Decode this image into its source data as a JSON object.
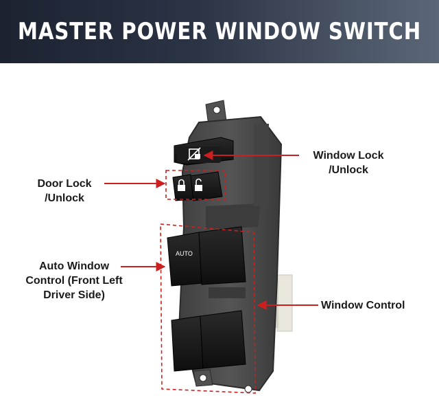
{
  "banner": {
    "title": "MASTER POWER WINDOW SWITCH"
  },
  "callouts": {
    "window_lock": {
      "line1": "Window Lock",
      "line2": "/Unlock"
    },
    "door_lock": {
      "line1": "Door Lock",
      "line2": "/Unlock"
    },
    "auto_window": {
      "line1": "Auto Window",
      "line2": "Control (Front Left",
      "line3": "Driver Side)"
    },
    "window_control": {
      "line1": "Window Control"
    }
  },
  "switch": {
    "auto_label": "AUTO"
  },
  "colors": {
    "callout_red": "#cc1f1f",
    "banner_dark": "#1c2230",
    "housing": "#4a4a4a",
    "button": "#151515"
  },
  "icons": [
    "window-lock-icon",
    "lock-icon",
    "unlock-icon"
  ]
}
